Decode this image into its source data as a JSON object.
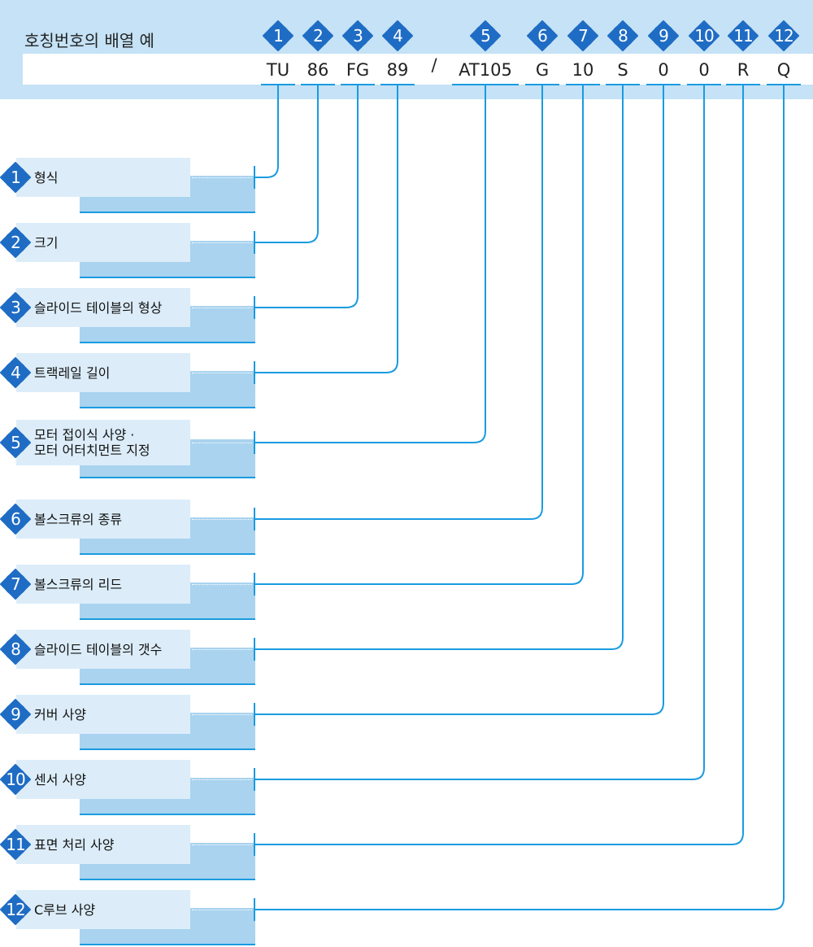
{
  "header": {
    "title": "호칭번호의 배열 예"
  },
  "code_parts": [
    {
      "n": "1",
      "text": "TU"
    },
    {
      "n": "2",
      "text": "86"
    },
    {
      "n": "3",
      "text": "FG"
    },
    {
      "n": "4",
      "text": "89"
    },
    {
      "n": "",
      "text": "/"
    },
    {
      "n": "5",
      "text": "AT105"
    },
    {
      "n": "6",
      "text": "G"
    },
    {
      "n": "7",
      "text": "10"
    },
    {
      "n": "8",
      "text": "S"
    },
    {
      "n": "9",
      "text": "0"
    },
    {
      "n": "10",
      "text": "0"
    },
    {
      "n": "11",
      "text": "R"
    },
    {
      "n": "12",
      "text": "Q"
    }
  ],
  "items": [
    {
      "n": "1",
      "label": "형식"
    },
    {
      "n": "2",
      "label": "크기"
    },
    {
      "n": "3",
      "label": "슬라이드 테이블의 형상"
    },
    {
      "n": "4",
      "label": "트랙레일 길이"
    },
    {
      "n": "5",
      "label": "모터 접이식 사양 ·\n모터 어터치먼트 지정"
    },
    {
      "n": "6",
      "label": "볼스크류의 종류"
    },
    {
      "n": "7",
      "label": "볼스크류의 리드"
    },
    {
      "n": "8",
      "label": "슬라이드 테이블의 갯수"
    },
    {
      "n": "9",
      "label": "커버 사양"
    },
    {
      "n": "10",
      "label": "센서 사양"
    },
    {
      "n": "11",
      "label": "표면 처리 사양"
    },
    {
      "n": "12",
      "label": "C루브 사양"
    }
  ],
  "colors": {
    "badge": "#1f6cc4",
    "line": "#1a9be0",
    "header_bg": "#c5e2f6"
  }
}
